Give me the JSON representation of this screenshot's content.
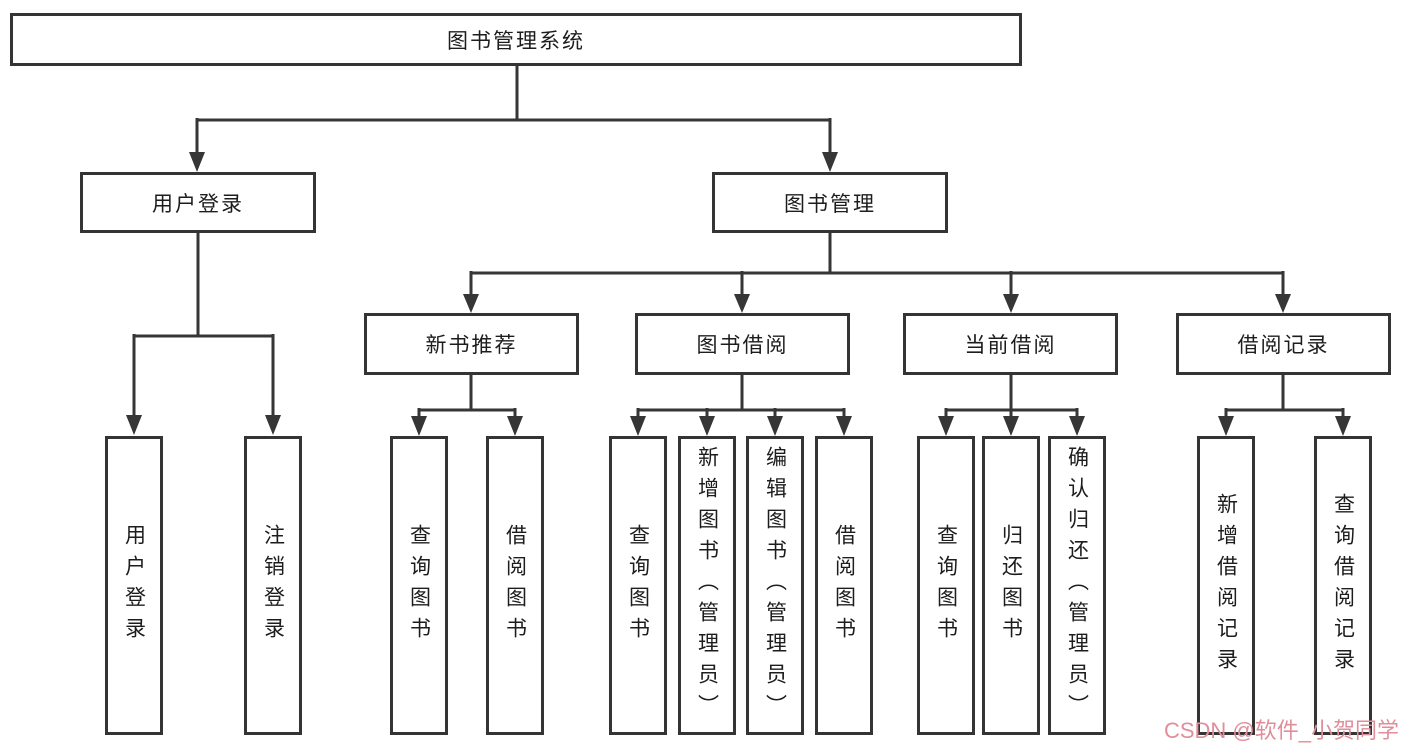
{
  "diagram_title": "图书管理系统",
  "tree": {
    "root": {
      "label": "图书管理系统",
      "children": [
        {
          "label": "用户登录",
          "children": [
            {
              "label": "用户登录"
            },
            {
              "label": "注销登录"
            }
          ]
        },
        {
          "label": "图书管理",
          "children": [
            {
              "label": "新书推荐",
              "children": [
                {
                  "label": "查询图书"
                },
                {
                  "label": "借阅图书"
                }
              ]
            },
            {
              "label": "图书借阅",
              "children": [
                {
                  "label": "查询图书"
                },
                {
                  "label": "新增图书（管理员）"
                },
                {
                  "label": "编辑图书（管理员）"
                },
                {
                  "label": "借阅图书"
                }
              ]
            },
            {
              "label": "当前借阅",
              "children": [
                {
                  "label": "查询图书"
                },
                {
                  "label": "归还图书"
                },
                {
                  "label": "确认归还（管理员）"
                }
              ]
            },
            {
              "label": "借阅记录",
              "children": [
                {
                  "label": "新增借阅记录"
                },
                {
                  "label": "查询借阅记录"
                }
              ]
            }
          ]
        }
      ]
    }
  },
  "watermark": {
    "text": "CSDN @软件_小贺同学"
  },
  "colors": {
    "line": "#363636",
    "box_border": "#343434",
    "box_fill": "#ffffff",
    "text": "#1d1d1d",
    "watermark": "#e08e9b",
    "background": "#ffffff"
  }
}
